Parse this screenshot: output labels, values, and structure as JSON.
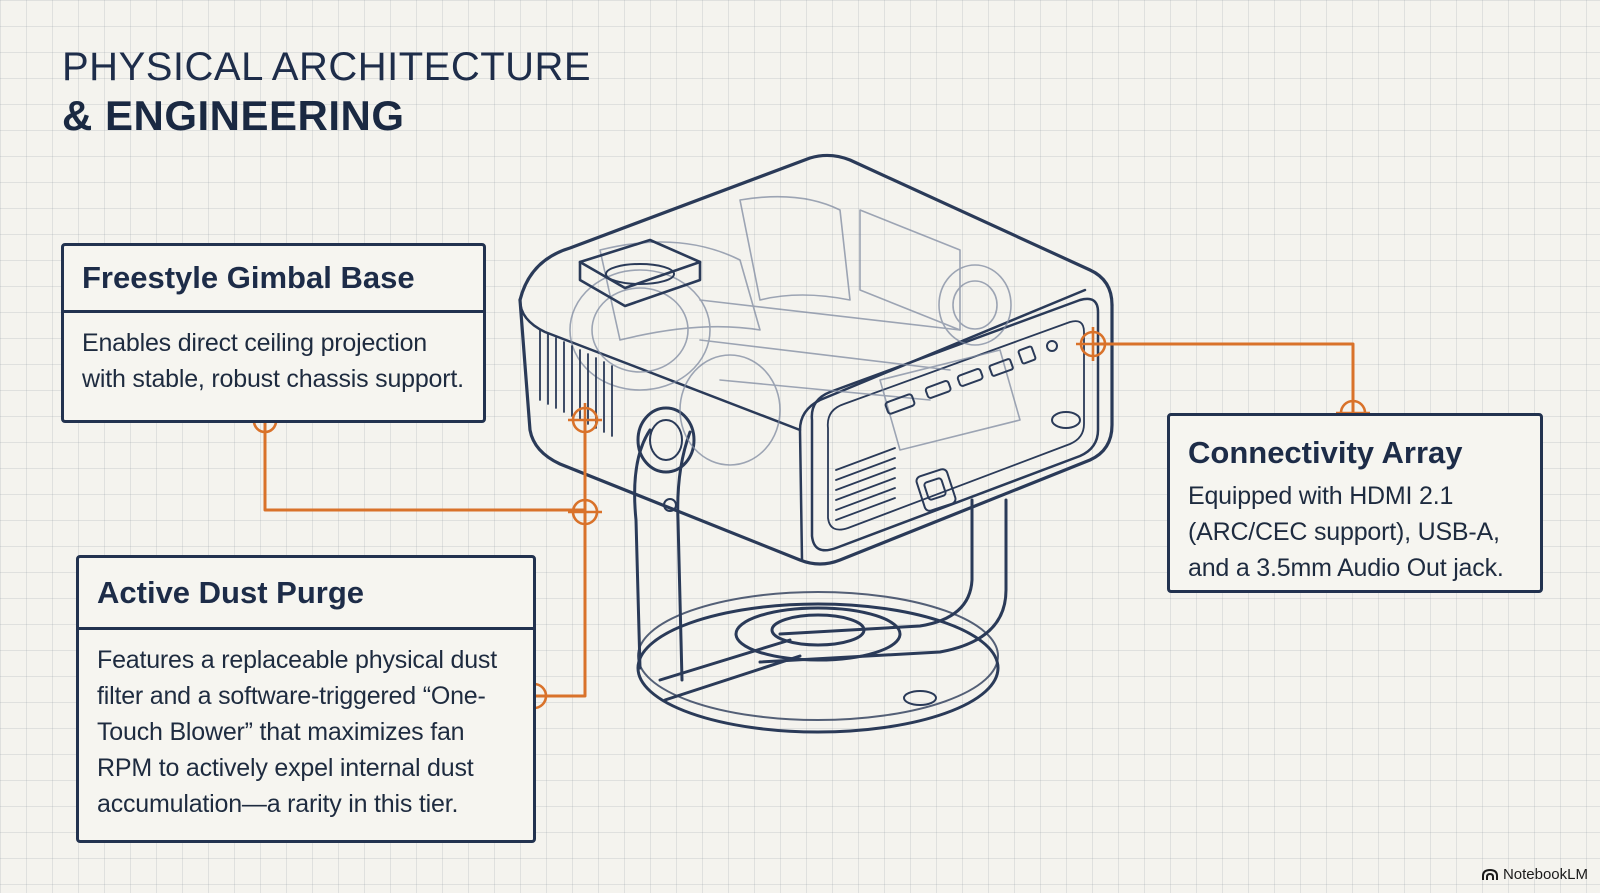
{
  "title": {
    "line1": "PHYSICAL ARCHITECTURE",
    "line2": "& ENGINEERING"
  },
  "cards": {
    "gimbal": {
      "title": "Freestyle Gimbal Base",
      "body": "Enables direct ceiling projection with stable, robust chassis support."
    },
    "dust": {
      "title": "Active Dust Purge",
      "body": "Features a replaceable physical dust filter and a software-triggered “One-Touch Blower” that maximizes fan RPM to actively expel internal dust accumulation—a rarity in this tier."
    },
    "connectivity": {
      "title": "Connectivity Array",
      "body": "Equipped with HDMI 2.1 (ARC/CEC support), USB-A, and a 3.5mm Audio Out jack."
    }
  },
  "brand": {
    "name": "NotebookLM",
    "icon": "notebooklm-logo-icon"
  },
  "colors": {
    "ink": "#22324f",
    "accent": "#d9722a",
    "paper": "#f4f3ee"
  }
}
